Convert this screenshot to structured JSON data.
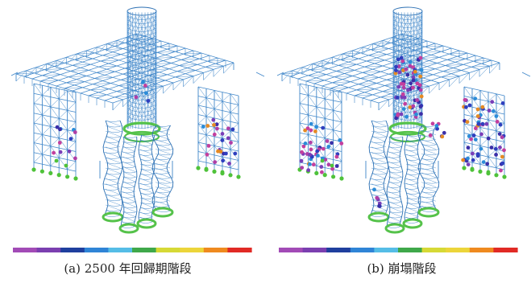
{
  "panels": [
    {
      "id": "a",
      "caption": "(a) 2500 年回歸期階段",
      "stage": "return-period-2500"
    },
    {
      "id": "b",
      "caption": "(b) 崩塌階段",
      "stage": "collapse"
    }
  ],
  "colors": {
    "frame": "#3f86c9",
    "frame_dark": "#2b6fb3",
    "support": "#4fc23a",
    "hinge_ring": "#55c24a"
  },
  "legend_colors": [
    "#a24bb6",
    "#7b3fb0",
    "#1f3f9e",
    "#2f84d6",
    "#55bde6",
    "#3fa84a",
    "#d6d936",
    "#ecd53a",
    "#ef8a1f",
    "#e12a25"
  ],
  "hinge_palette": [
    "#3b2fa8",
    "#2f3fbe",
    "#7a3fb8",
    "#b03ea6",
    "#c43f9e",
    "#2c8cd8",
    "#e58a24"
  ]
}
